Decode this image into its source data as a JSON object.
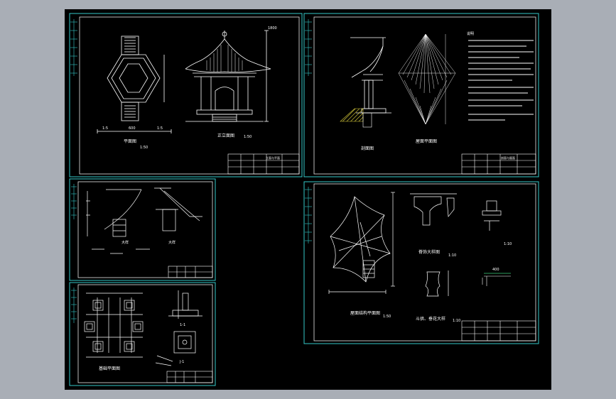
{
  "viewer": {
    "background_color": "#a9aeb6",
    "paper_color": "#000000",
    "frame_color": "#35c8c8",
    "line_color": "#ffffff"
  },
  "sheets": [
    {
      "id": "sheet-elevation-plan",
      "title_block": {
        "header": "立面与平面"
      },
      "views": [
        {
          "id": "plan",
          "label": "平面图",
          "scale": "1:50",
          "dims": [
            "1:5",
            "600",
            "1:5"
          ]
        },
        {
          "id": "elevation",
          "label": "正立面图",
          "scale": "1:50",
          "dims": [
            "1800"
          ]
        }
      ]
    },
    {
      "id": "sheet-section-roof",
      "title_block": {
        "header": "剖面与屋面"
      },
      "views": [
        {
          "id": "section",
          "label": "剖面图"
        },
        {
          "id": "roof-plan",
          "label": "屋面平面图"
        }
      ],
      "notes": {
        "title": "说明",
        "lines": 13
      }
    },
    {
      "id": "sheet-details-a",
      "views": [
        {
          "id": "detail-a",
          "label": "大样"
        },
        {
          "id": "detail-b",
          "label": "大样"
        }
      ]
    },
    {
      "id": "sheet-roof-structure",
      "views": [
        {
          "id": "roof-frame",
          "label": "屋面结构平面图",
          "scale": "1:50"
        },
        {
          "id": "ridge-detail",
          "label": "脊饰大样图",
          "scale": "1:10"
        },
        {
          "id": "corbel-detail",
          "label": "斗拱、垂花大样",
          "scale": "1:10"
        },
        {
          "id": "beam-detail",
          "label": "",
          "scale": "1:10"
        }
      ],
      "dims": [
        "400"
      ]
    },
    {
      "id": "sheet-foundation",
      "views": [
        {
          "id": "foundation-plan",
          "label": "基础平面图"
        },
        {
          "id": "footing-section",
          "label": "1-1"
        },
        {
          "id": "footing-plan",
          "label": "J-1"
        }
      ]
    }
  ]
}
